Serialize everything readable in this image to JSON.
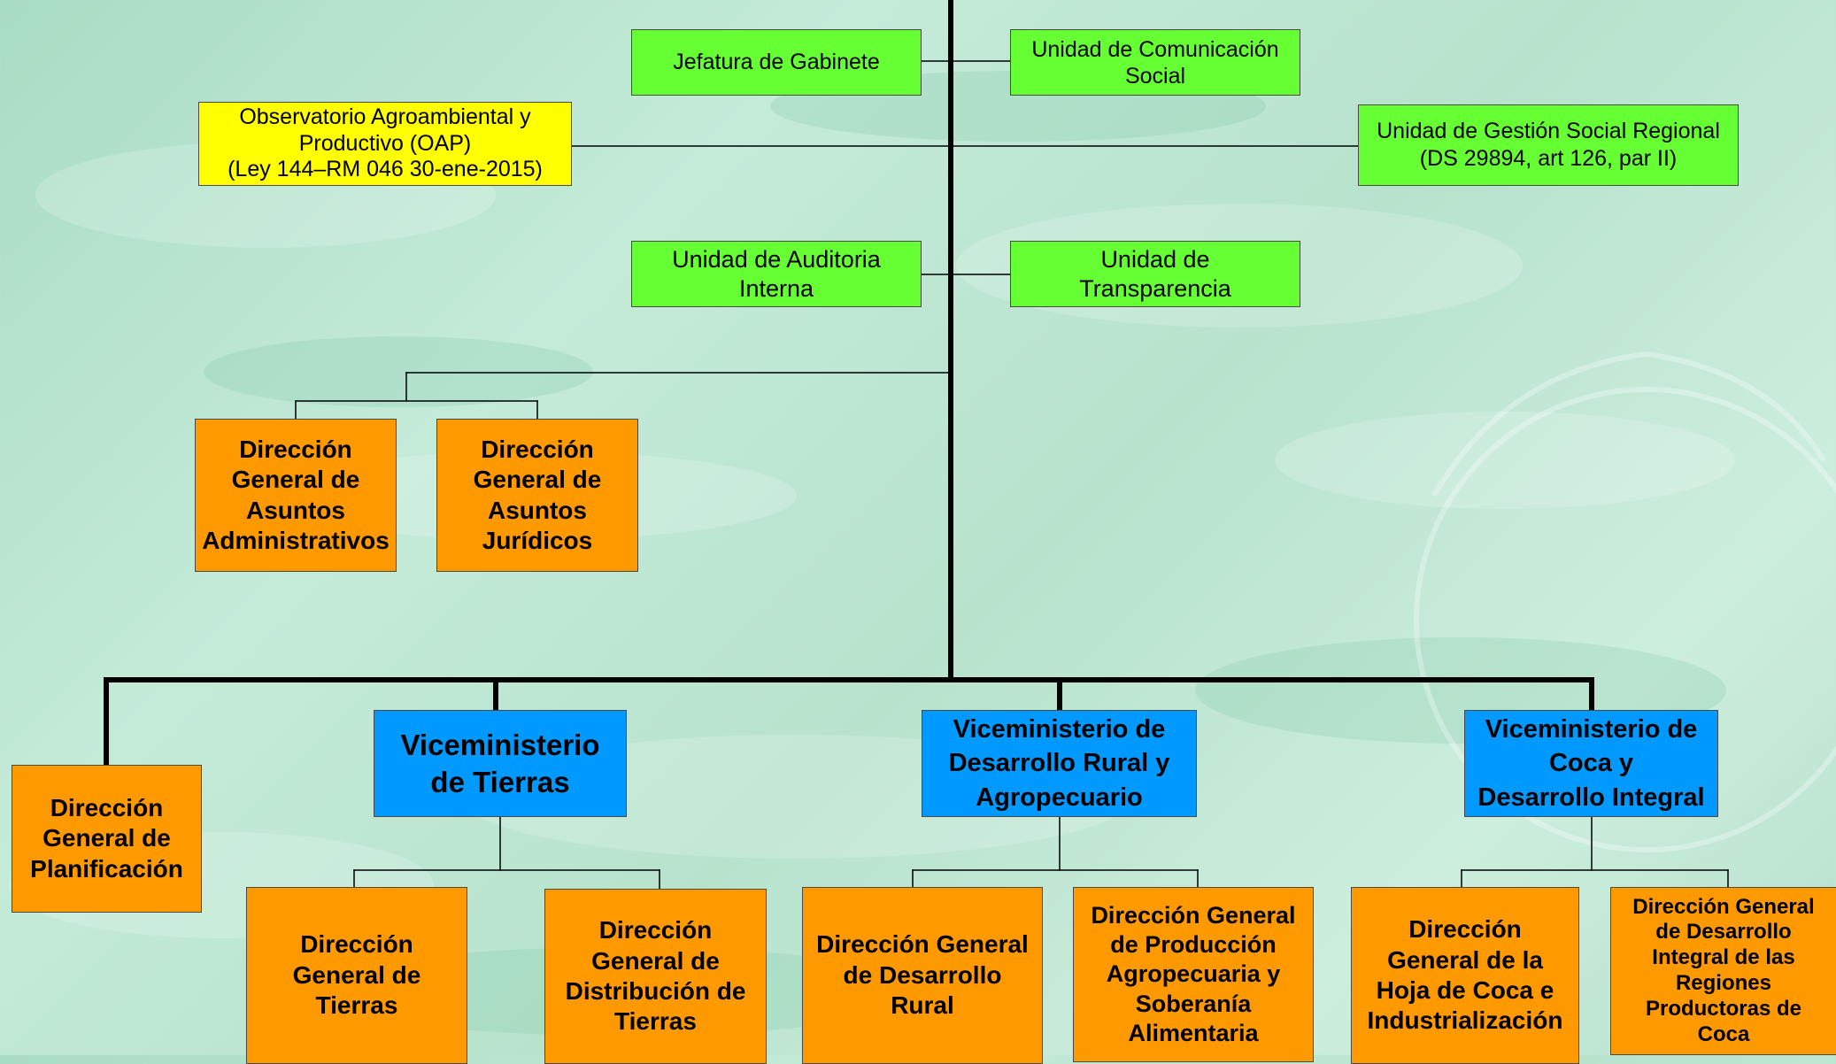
{
  "colors": {
    "staff_unit": "#66ff33",
    "observatory": "#ffff00",
    "direction": "#ff9900",
    "vice_ministry": "#0099ff",
    "line": "#000000"
  },
  "staff_units": {
    "jefatura_gabinete": "Jefatura de Gabinete",
    "comunicacion_social": "Unidad de Comunicación\nSocial",
    "observatorio": "Observatorio Agroambiental y\nProductivo (OAP)\n(Ley 144–RM 046 30-ene-2015)",
    "gestion_social": "Unidad de Gestión Social Regional\n(DS 29894, art 126, par II)",
    "auditoria_interna": "Unidad de Auditoria\nInterna",
    "transparencia": "Unidad de\nTransparencia"
  },
  "support_directions": {
    "administrativos": "Dirección\nGeneral de\nAsuntos\nAdministrativos",
    "juridicos": "Dirección\nGeneral de\nAsuntos\nJurídicos"
  },
  "planificacion": "Dirección\nGeneral de\nPlanificación",
  "vice_ministries": {
    "tierras": {
      "name": "Viceministerio\nde Tierras",
      "directions": [
        "Dirección\nGeneral de\nTierras",
        "Dirección\nGeneral de\nDistribución de\nTierras"
      ]
    },
    "rural": {
      "name": "Viceministerio de\nDesarrollo Rural y\nAgropecuario",
      "directions": [
        "Dirección General\nde Desarrollo\nRural",
        "Dirección General\nde Producción\nAgropecuaria y\nSoberanía\nAlimentaria"
      ]
    },
    "coca": {
      "name": "Viceministerio de\nCoca y\nDesarrollo  Integral",
      "directions": [
        "Dirección\nGeneral de la\nHoja de Coca e\nIndustrialización",
        "Dirección General\nde  Desarrollo\nIntegral de las\nRegiones\nProductoras de\nCoca"
      ]
    }
  }
}
